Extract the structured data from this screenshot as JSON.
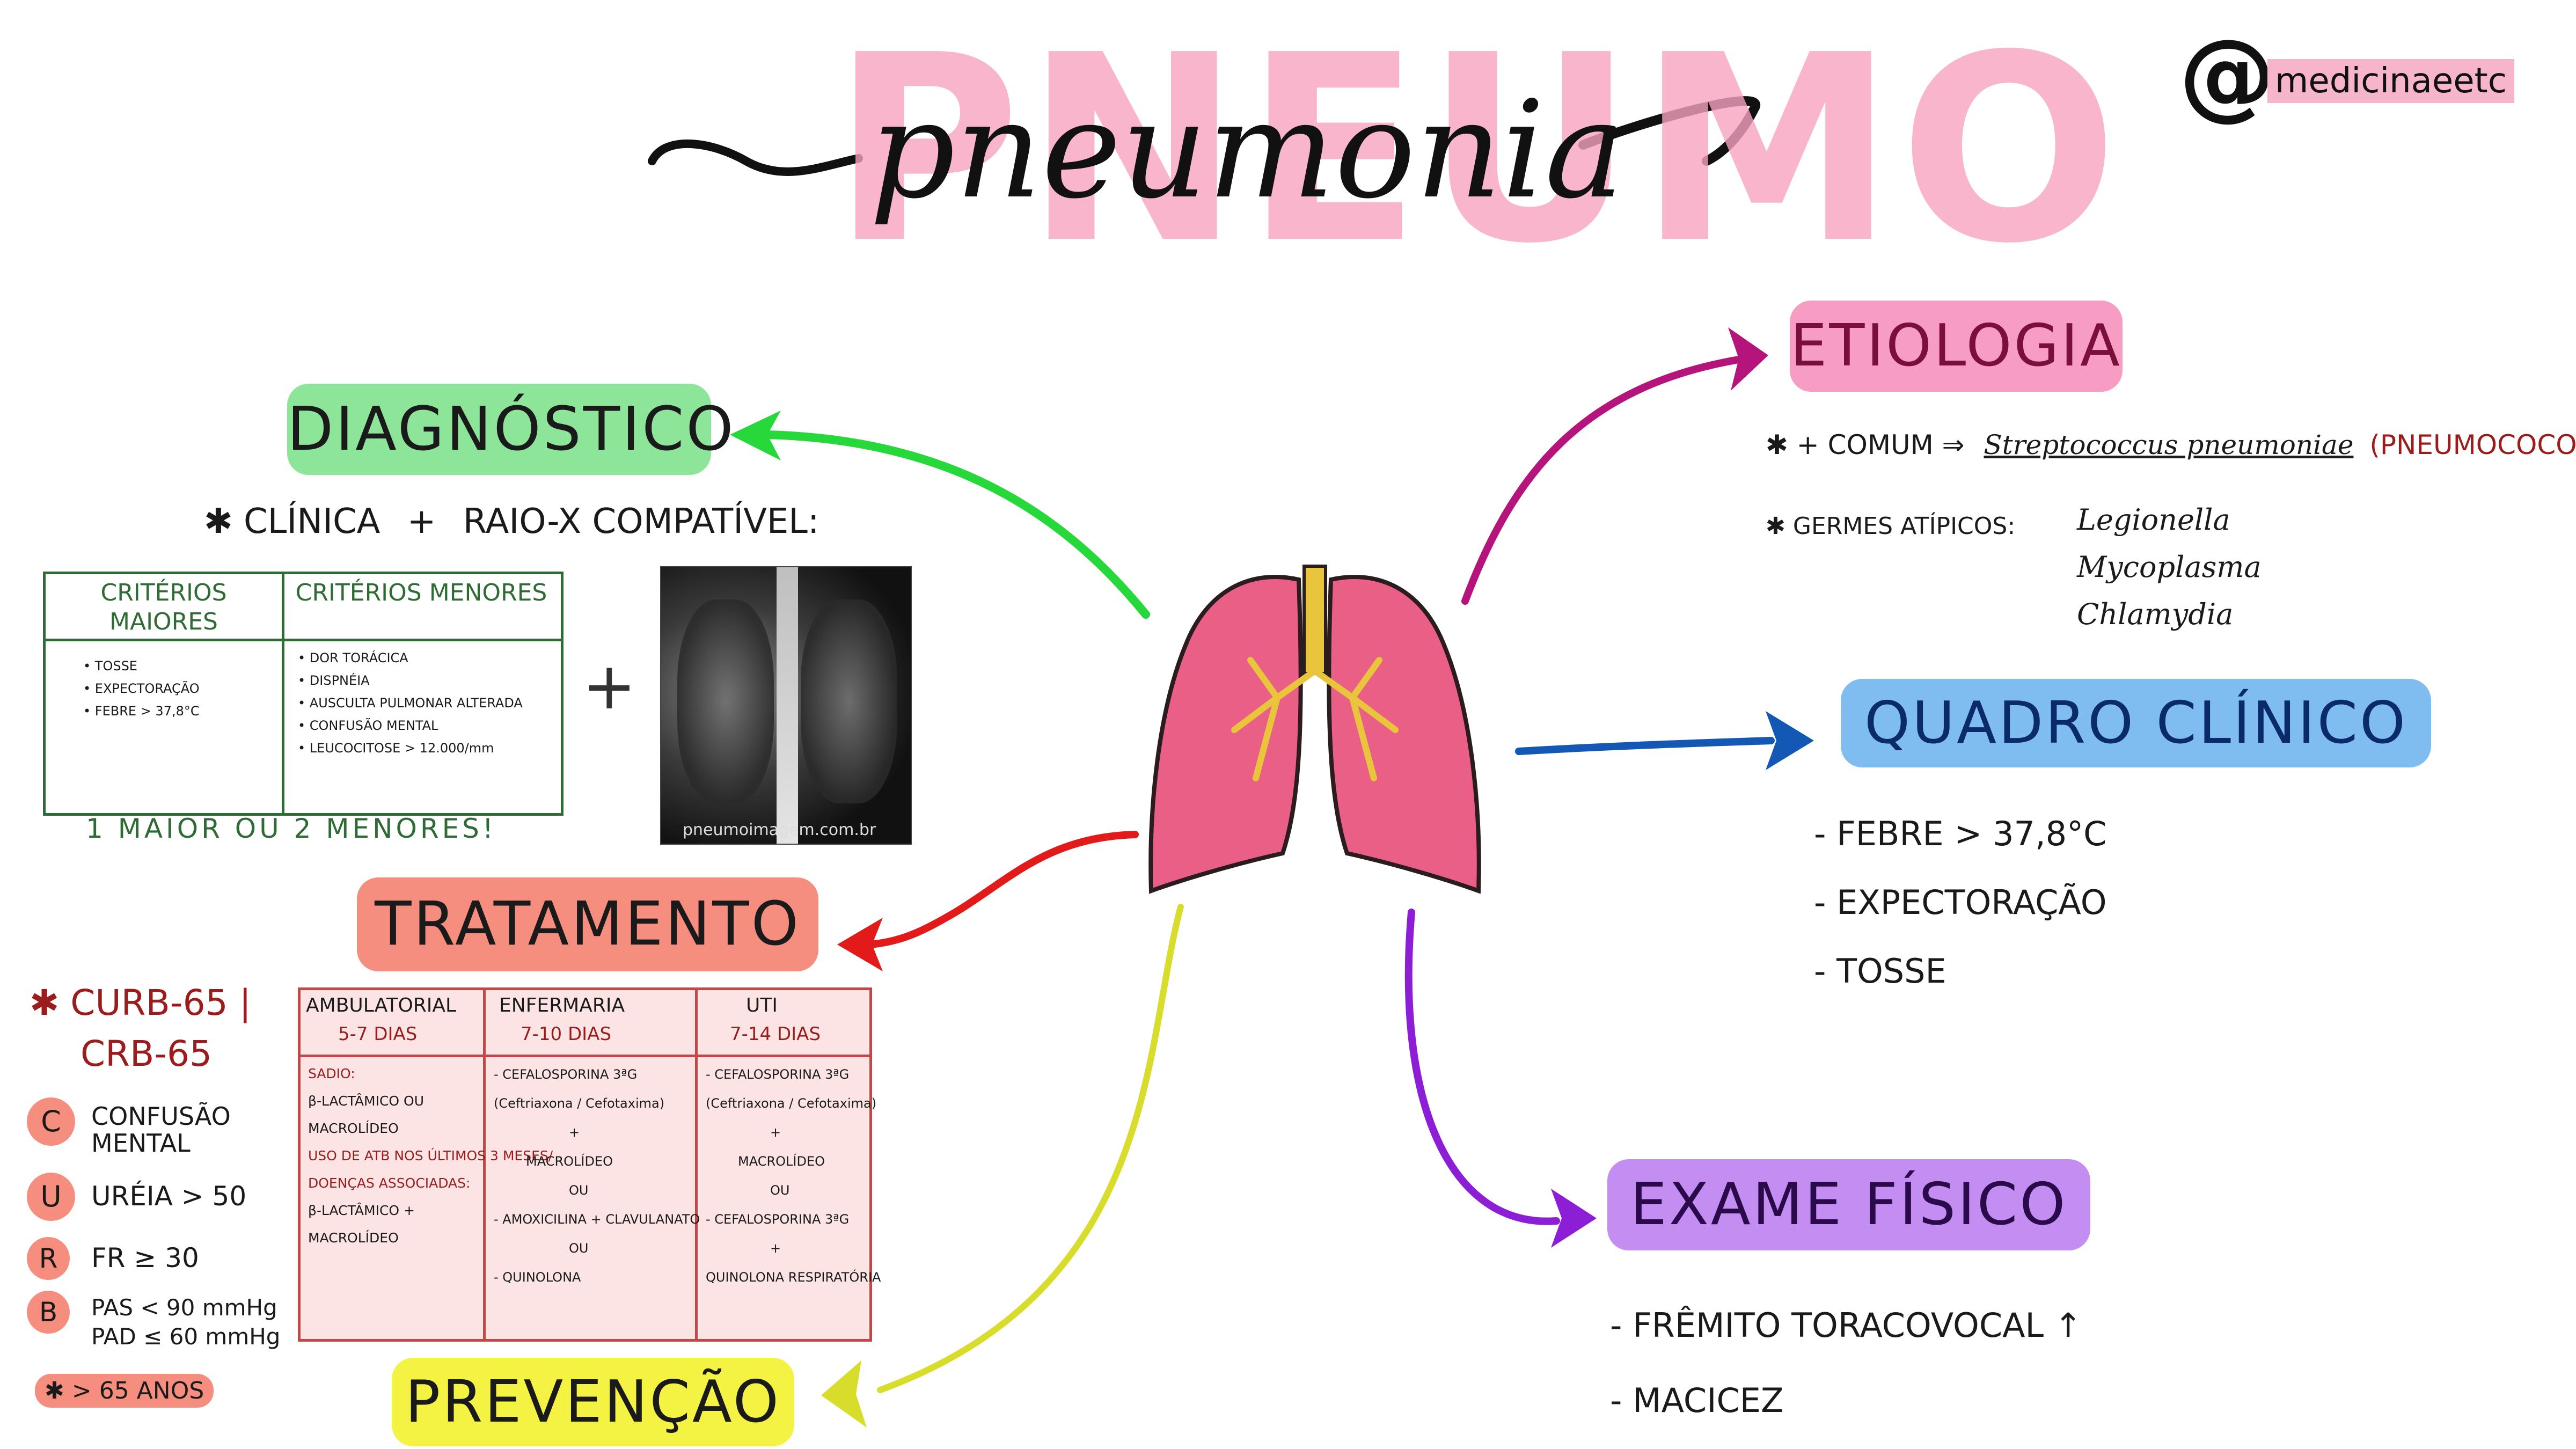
{
  "title": {
    "background_word": "PNEUMO",
    "script_word": "pneumonia"
  },
  "handle": "medicinaeetc",
  "handle_symbol": "@",
  "colors": {
    "pink": "#f46fa0",
    "green": "#27d83a",
    "red": "#e21a1a",
    "yellow": "#d8dc2b",
    "purple": "#8c1fd6",
    "blue": "#1458b5",
    "magenta": "#b5157a"
  },
  "center_icon": "lungs-icon",
  "diagnostico": {
    "header": "DIAGNÓSTICO",
    "intro_prefix": "✱",
    "intro_a": "CLÍNICA",
    "intro_plus": "+",
    "intro_b": "RAIO-X COMPATÍVEL:",
    "table_headers": [
      "CRITÉRIOS MAIORES",
      "CRITÉRIOS MENORES"
    ],
    "maiores": [
      "• TOSSE",
      "• EXPECTORAÇÃO",
      "• FEBRE > 37,8°C"
    ],
    "menores": [
      "• DOR TORÁCICA",
      "• DISPNÉIA",
      "• AUSCULTA PULMONAR ALTERADA",
      "• CONFUSÃO MENTAL",
      "• LEUCOCITOSE > 12.000/mm"
    ],
    "rule": "1 MAIOR OU 2 MENORES!",
    "plus": "+",
    "xray_caption": "pneumoimagem.com.br"
  },
  "etiologia": {
    "header": "ETIOLOGIA",
    "line1_prefix": "✱ + COMUM ⇒",
    "line1_organism": "Streptococcus pneumoniae",
    "line1_note": "(PNEUMOCOCO)",
    "line2_prefix": "✱ GERMES ATÍPICOS:",
    "atypicals": [
      "Legionella",
      "Mycoplasma",
      "Chlamydia"
    ]
  },
  "quadro_clinico": {
    "header": "QUADRO CLÍNICO",
    "items": [
      "- FEBRE > 37,8°C",
      "- EXPECTORAÇÃO",
      "- TOSSE"
    ]
  },
  "tratamento": {
    "header": "TRATAMENTO",
    "curb_title_1": "✱ CURB-65 |",
    "curb_title_2": "CRB-65",
    "criteria": [
      {
        "letter": "C",
        "text": "CONFUSÃO MENTAL"
      },
      {
        "letter": "U",
        "text": "URÉIA > 50"
      },
      {
        "letter": "R",
        "text": "FR ≥ 30"
      },
      {
        "letter": "B",
        "text": "PAS < 90 mmHg PAD ≤ 60 mmHg"
      }
    ],
    "age": "✱ > 65 ANOS",
    "columns": [
      {
        "title": "AMBULATORIAL",
        "days": "5-7 DIAS"
      },
      {
        "title": "ENFERMARIA",
        "days": "7-10 DIAS"
      },
      {
        "title": "UTI",
        "days": "7-14 DIAS"
      }
    ],
    "amb_lines": [
      "SADIO:",
      "β-LACTÂMICO OU",
      "MACROLÍDEO",
      "USO DE ATB NOS ÚLTIMOS 3 MESES/",
      "DOENÇAS ASSOCIADAS:",
      "β-LACTÂMICO +",
      "MACROLÍDEO"
    ],
    "enf_lines": [
      "- CEFALOSPORINA 3ªG",
      "(Ceftriaxona / Cefotaxima)",
      "+",
      "MACROLÍDEO",
      "OU",
      "- AMOXICILINA + CLAVULANATO",
      "OU",
      "- QUINOLONA"
    ],
    "uti_lines": [
      "- CEFALOSPORINA 3ªG",
      "(Ceftriaxona / Cefotaxima)",
      "+",
      "MACROLÍDEO",
      "OU",
      "- CEFALOSPORINA 3ªG",
      "+",
      "QUINOLONA RESPIRATÓRIA"
    ]
  },
  "prevencao": {
    "header": "PREVENÇÃO"
  },
  "exame_fisico": {
    "header": "EXAME FÍSICO",
    "items": [
      "- FRÊMITO TORACOVOCAL ↑",
      "- MACICEZ"
    ]
  }
}
